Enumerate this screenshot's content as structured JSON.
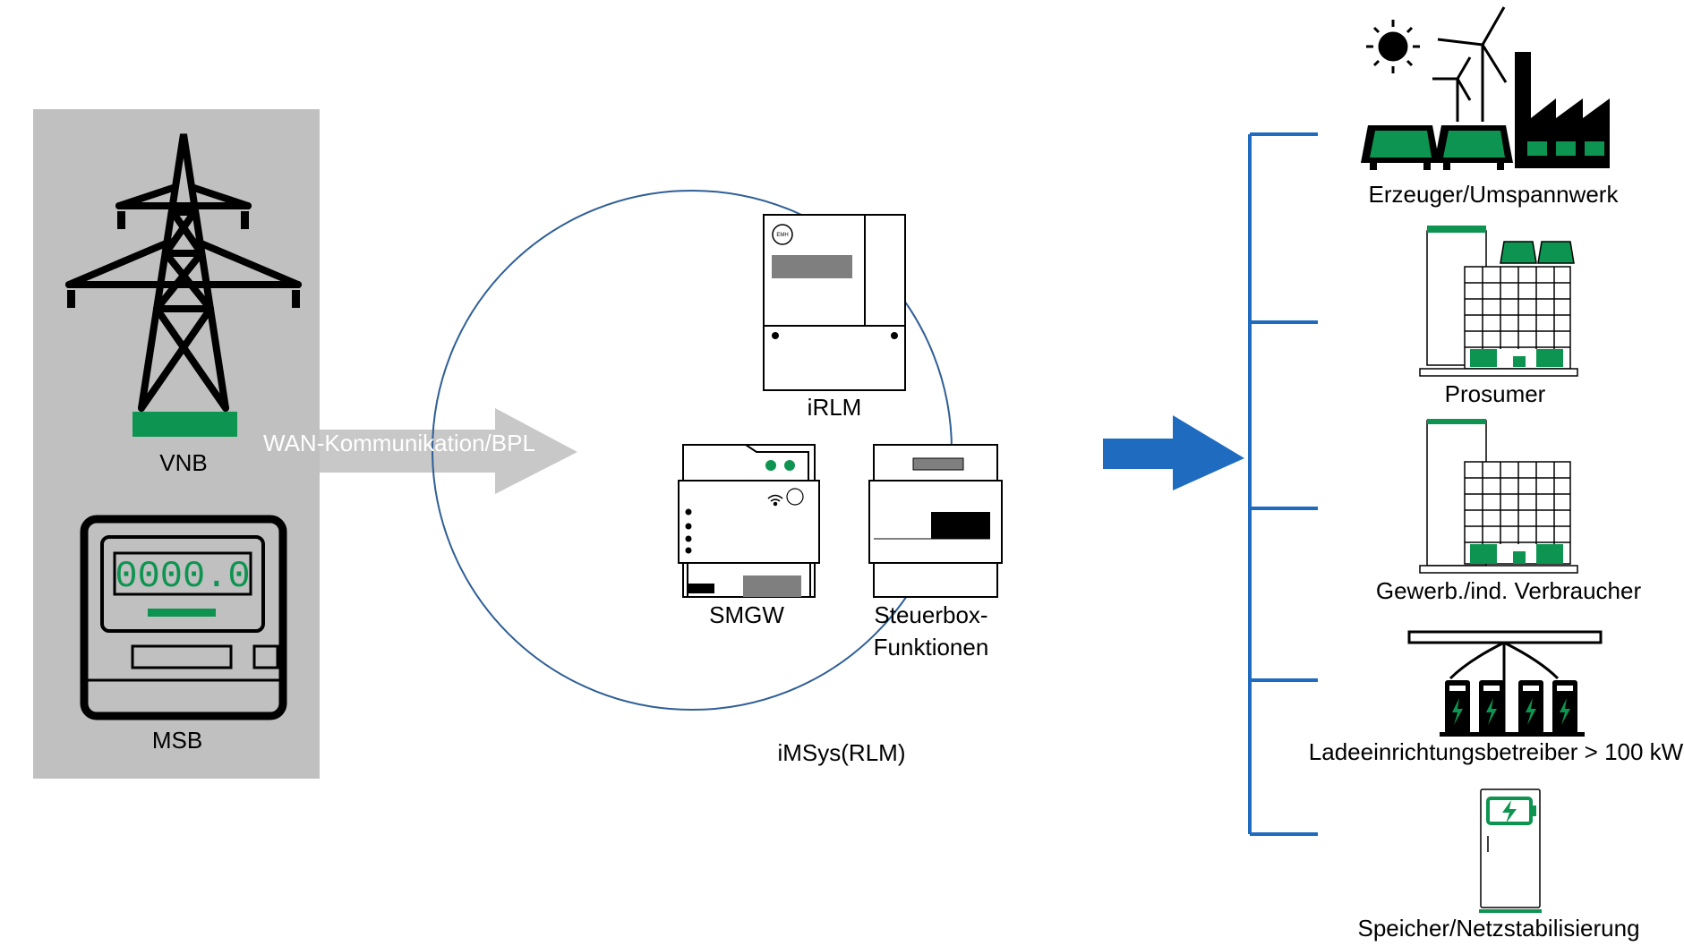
{
  "left_panel": {
    "tower_label": "VNB",
    "meter_label": "MSB",
    "meter_display": "0000.0"
  },
  "arrow_in": {
    "label": "WAN-Kommunikation/BPL"
  },
  "center": {
    "group_label": "iMSys(RLM)",
    "devices": {
      "irlm": "iRLM",
      "smgw": "SMGW",
      "steuerbox_line1": "Steuerbox-",
      "steuerbox_line2": "Funktionen"
    },
    "logo_text": "EMH"
  },
  "targets": [
    "Erzeuger/Umspannwerk",
    "Prosumer",
    "Gewerb./ind. Verbraucher",
    "Ladeeinrichtungsbetreiber > 100 kW",
    "Speicher/Netzstabilisierung"
  ],
  "colors": {
    "panel_gray": "#c0c0c0",
    "accent_green": "#0d9450",
    "connector_blue": "#1e6bbf",
    "arrow_gray": "#c8c8c8",
    "circle_blue": "#2f5f96"
  }
}
